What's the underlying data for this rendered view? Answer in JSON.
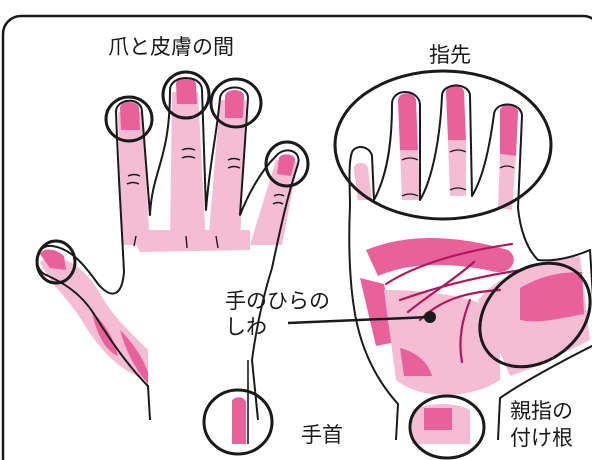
{
  "labels": {
    "nail_skin": "爪と皮膚の間",
    "fingertips": "指先",
    "palm_creases": "手のひらの\nしわ",
    "wrist": "手首",
    "thumb_base": "親指の\n付け根"
  },
  "colors": {
    "outline": "#1a1a1a",
    "light_pink": "#f4bdd4",
    "pink": "#e9619b",
    "dark_pink": "#b0175f",
    "frame": "#1a1a1a",
    "background": "#ffffff"
  }
}
